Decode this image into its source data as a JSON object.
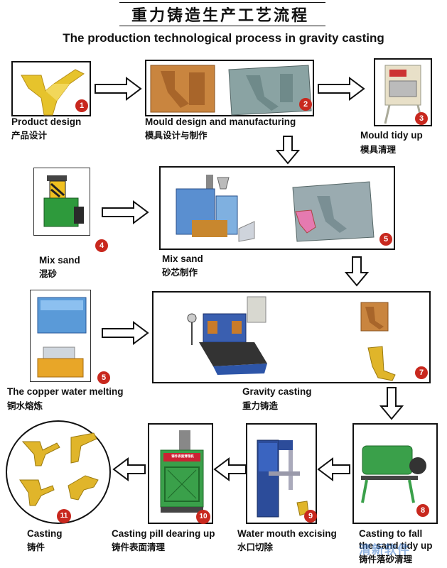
{
  "title": {
    "zh": "重力铸造生产工艺流程",
    "en": "The production technological process in gravity casting"
  },
  "steps": [
    {
      "num": "1",
      "en": "Product design",
      "zh": "产品设计"
    },
    {
      "num": "2",
      "en": "Mould  design and manufacturing",
      "zh": "模具设计与制作"
    },
    {
      "num": "3",
      "en": "Mould  tidy up",
      "zh": "模具清理"
    },
    {
      "num": "4",
      "en": "Mix sand",
      "zh": "混砂"
    },
    {
      "num": "5",
      "en": "Mix sand",
      "zh": "砂芯制作"
    },
    {
      "num": "5",
      "en": "The copper water melting",
      "zh": "铜水熔炼"
    },
    {
      "num": "7",
      "en": "Gravity casting",
      "zh": "重力铸造"
    },
    {
      "num": "8",
      "en": "Casting to fall the sand tidy up",
      "zh": "铸件落砂清理"
    },
    {
      "num": "9",
      "en": "Water mouth excising",
      "zh": "水口切除"
    },
    {
      "num": "10",
      "en": "Casting pill dearing up",
      "zh": "铸件表面清理"
    },
    {
      "num": "11",
      "en": "Casting",
      "zh": "铸件"
    }
  ],
  "machine_labels": {
    "shot_blast": "铸件表面清理机"
  },
  "watermark": "清新软件",
  "colors": {
    "badge": "#c8281e",
    "mold_copper": "#c9853f",
    "mold_gray": "#8aa3a3",
    "casting_gold": "#e0b52a",
    "machine_green": "#35a043",
    "machine_blue": "#2c4c9a"
  }
}
